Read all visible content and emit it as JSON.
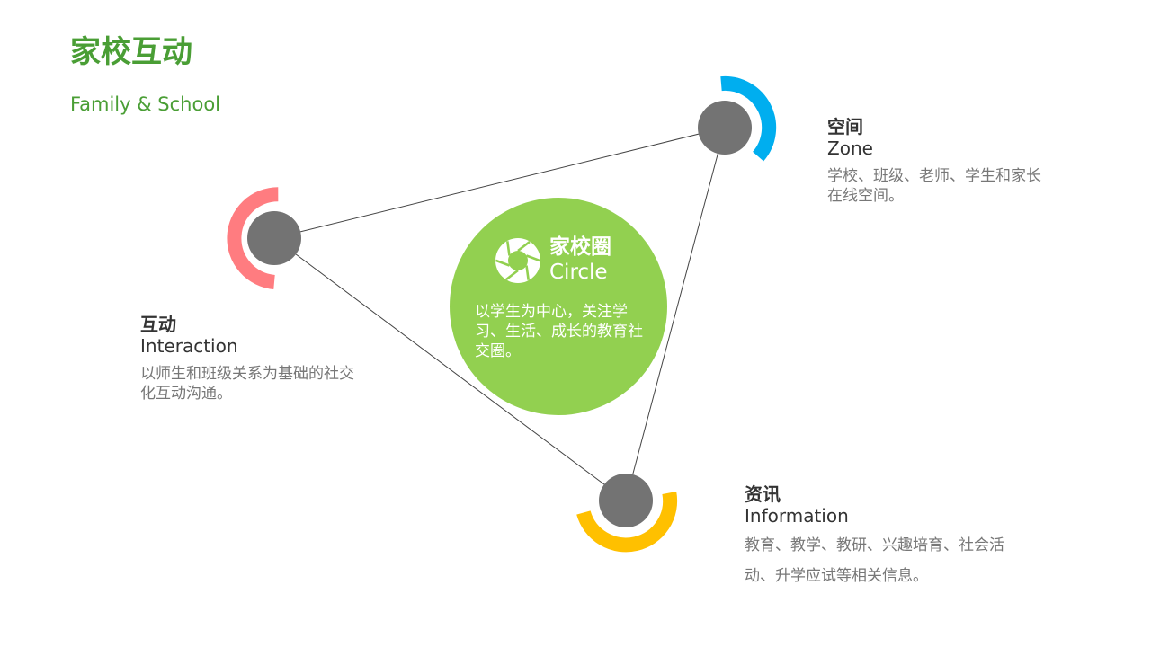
{
  "header": {
    "title": "家校互动",
    "subtitle": "Family & School"
  },
  "center": {
    "title": "家校圈",
    "subtitle": "Circle",
    "description": "以学生为中心，关注学习、生活、成长的教育社交圈。",
    "color": "#92d050",
    "icon": "shutter-logo-icon"
  },
  "nodes": {
    "zone": {
      "title": "空间",
      "subtitle": "Zone",
      "description": "学校、班级、老师、学生和家长在线空间。",
      "accent": "#00aeef"
    },
    "interaction": {
      "title": "互动",
      "subtitle": "Interaction",
      "description": "以师生和班级关系为基础的社交化互动沟通。",
      "accent": "#ff7c80"
    },
    "information": {
      "title": "资讯",
      "subtitle": "Information",
      "description": "教育、教学、教研、兴趣培育、社会活动、升学应试等相关信息。",
      "accent": "#ffc000"
    }
  },
  "colors": {
    "title_green": "#4a9e35",
    "node_gray": "#737373",
    "line": "#444444"
  }
}
